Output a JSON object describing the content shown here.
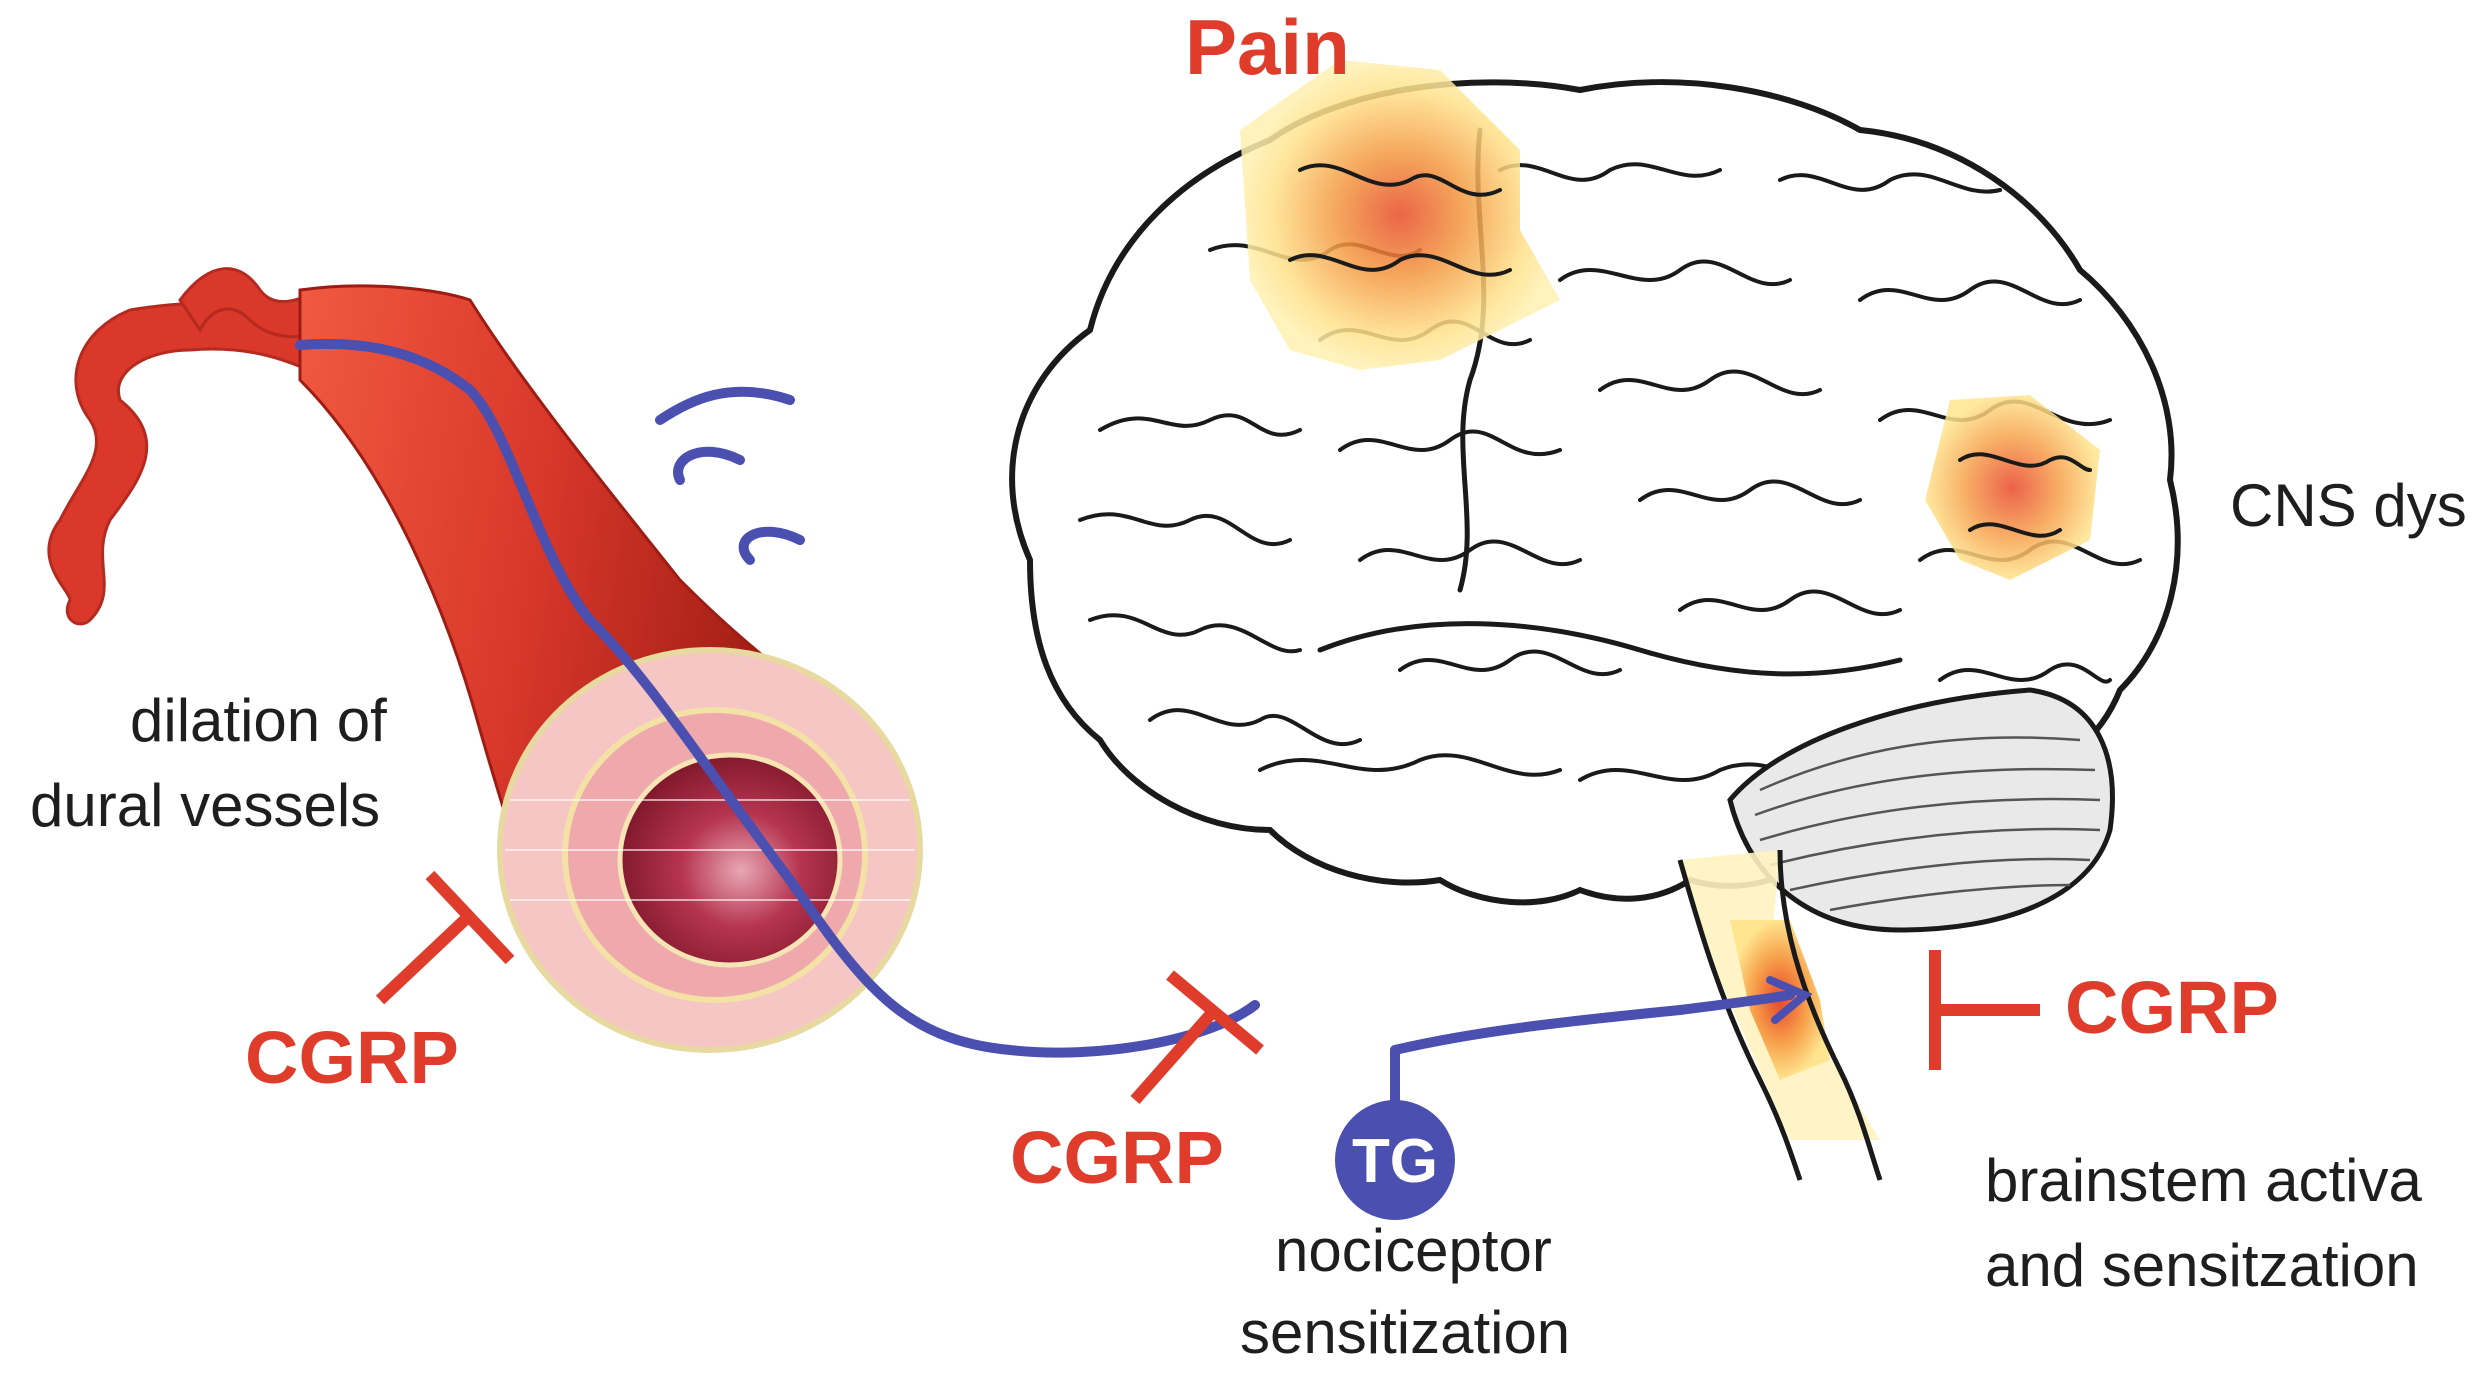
{
  "labels": {
    "pain": "Pain",
    "cns": "CNS dys",
    "dilation_line1": "dilation of",
    "dilation_line2": "dural vessels",
    "cgrp_vessel": "CGRP",
    "cgrp_nerve": "CGRP",
    "cgrp_brainstem": "CGRP",
    "tg": "TG",
    "nociceptor_line1": "nociceptor",
    "nociceptor_line2": "sensitization",
    "brainstem_line1": "brainstem activa",
    "brainstem_line2": "and sensitzation"
  },
  "colors": {
    "label_red": "#e03c2c",
    "nerve_blue": "#4a4fb0",
    "tg_fill": "#4a4fb0",
    "vessel_red": "#d9382a",
    "vessel_dark": "#9e1c14",
    "ring_pink": "#f2b7ba",
    "lumen": "#a8283e",
    "hotspot_yellow": "#ffe88a",
    "hotspot_orange": "#ee6a2e",
    "brain_outline": "#1a1a1a"
  }
}
